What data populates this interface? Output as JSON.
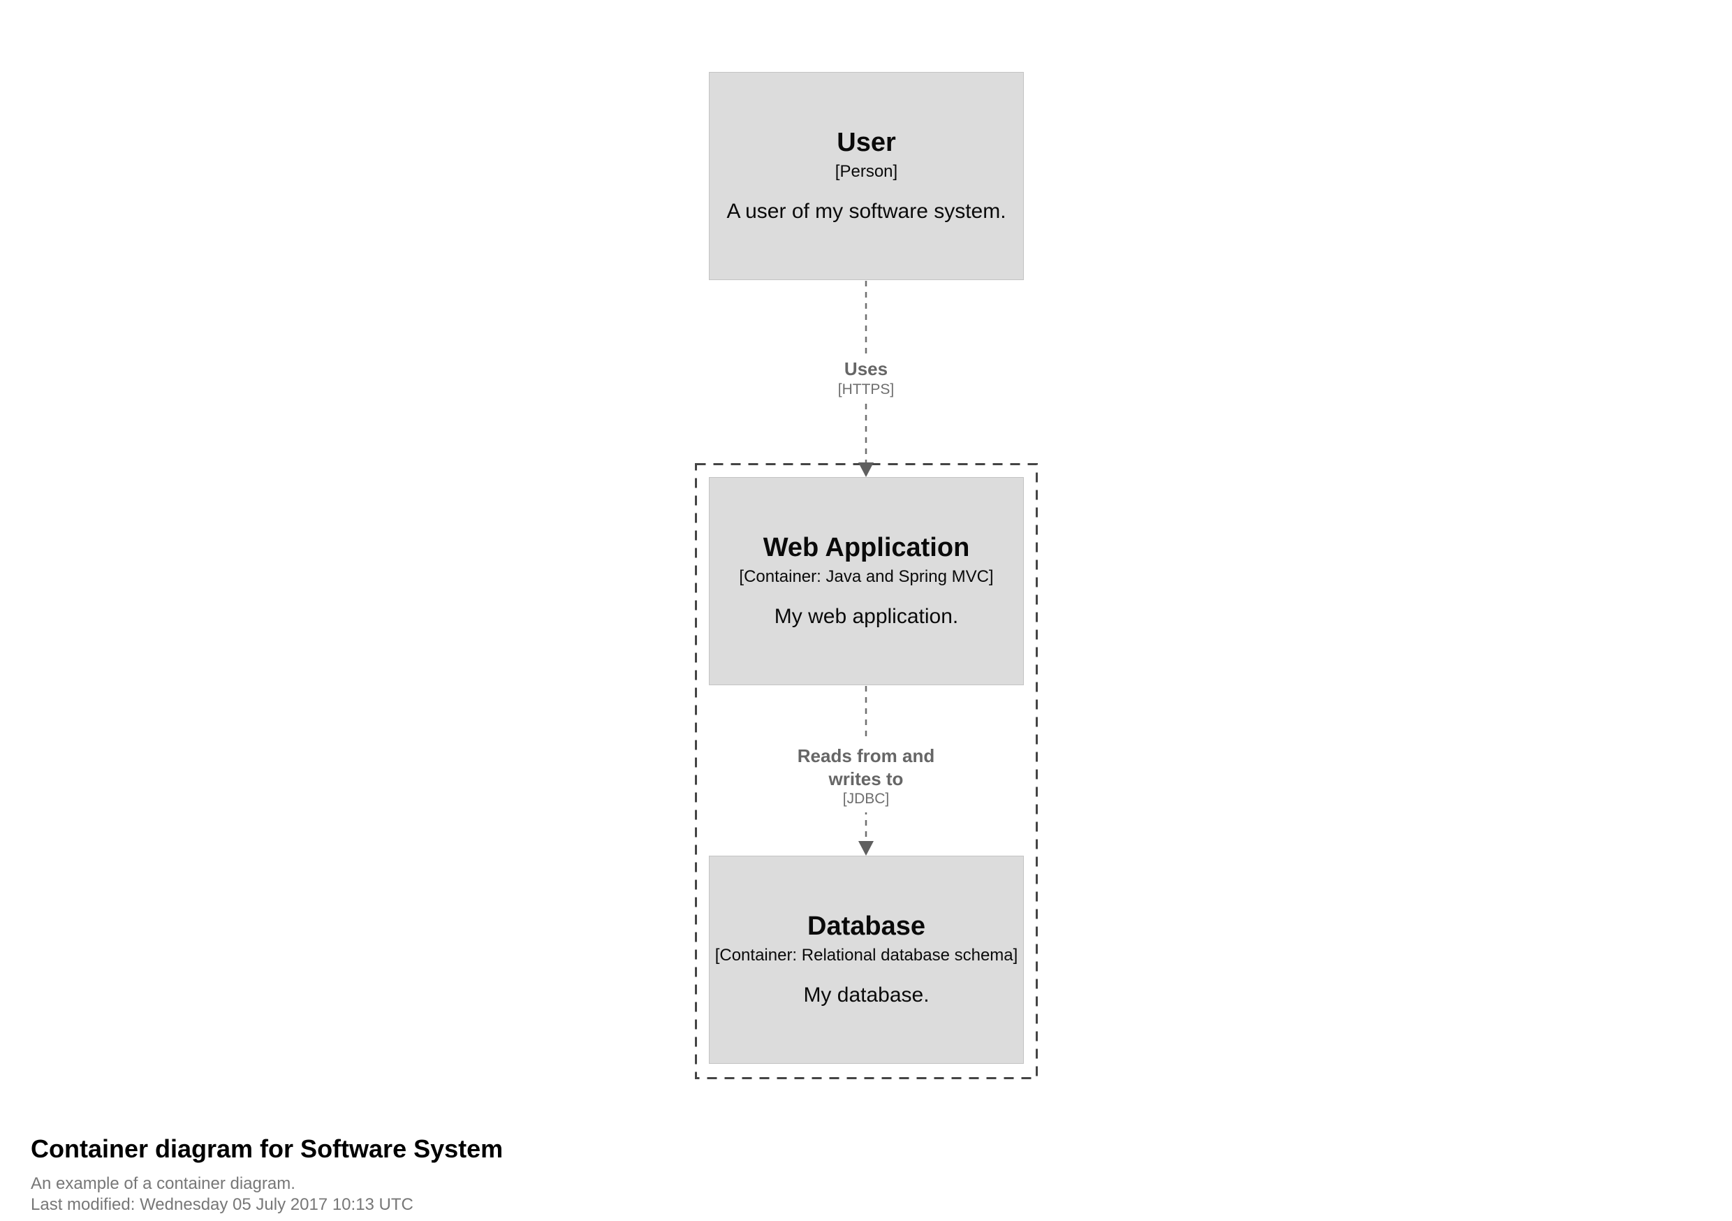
{
  "diagram": {
    "nodes": [
      {
        "name": "User",
        "meta": "[Person]",
        "description": "A user of my software system."
      },
      {
        "name": "Web Application",
        "meta": "[Container: Java and Spring MVC]",
        "description": "My web application."
      },
      {
        "name": "Database",
        "meta": "[Container: Relational database schema]",
        "description": "My database."
      }
    ],
    "relationships": [
      {
        "label": "Uses",
        "tech": "[HTTPS]"
      },
      {
        "label": "Reads from and\nwrites to",
        "tech": "[JDBC]"
      }
    ],
    "colors": {
      "element_fill": "#dcdcdc",
      "element_border": "#c3c3c3",
      "element_text": "#0a0a0a",
      "boundary": "#444444",
      "relationship": "#6f6f6f",
      "relationship_label": "#666666",
      "footer_muted": "#777777"
    }
  },
  "footer": {
    "title": "Container diagram for Software System",
    "subtitle": "An example of a container diagram.",
    "last_modified": "Last modified: Wednesday 05 July 2017 10:13 UTC"
  }
}
